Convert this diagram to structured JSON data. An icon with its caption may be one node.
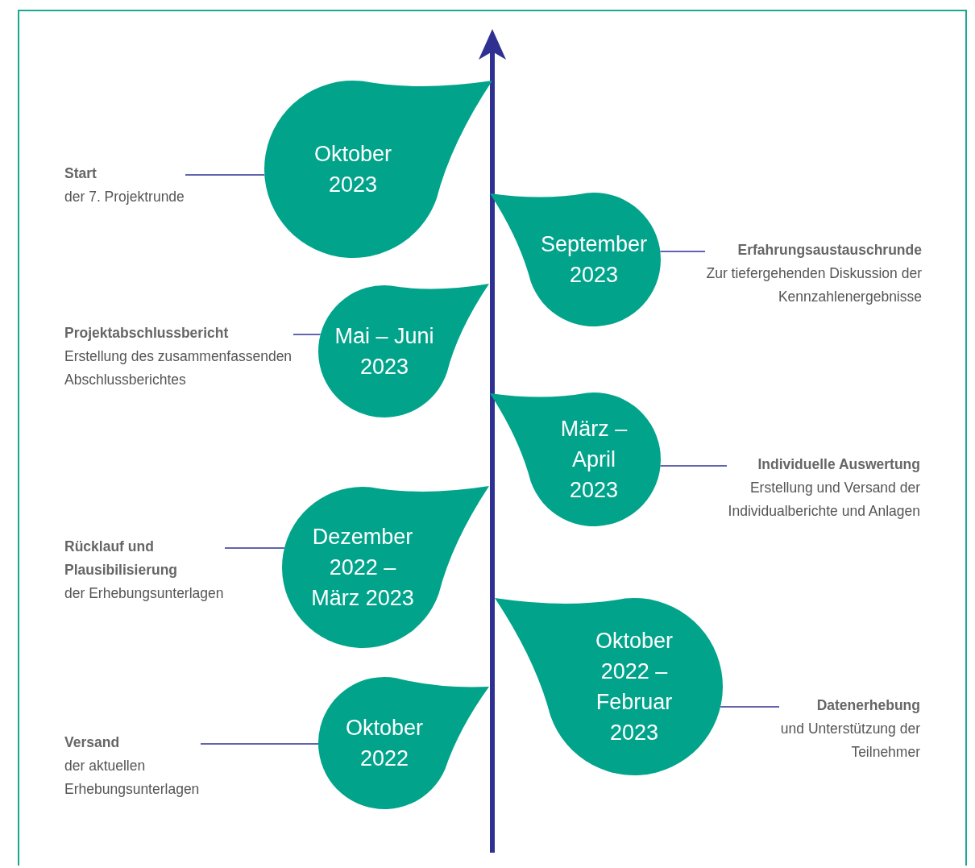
{
  "diagram": {
    "nodes": [
      {
        "text": [
          "Oktober 2023"
        ]
      },
      {
        "text": [
          "Start",
          "der 7. Projektrunde"
        ]
      },
      {
        "text": [
          "September 2023"
        ]
      },
      {
        "text": [
          "Erfahrungsaustauschrunde",
          "Zur tiefergehenden Diskussion der Kennzahlenergebnisse"
        ]
      },
      {
        "text": [
          "Projektabschlussbericht",
          "Erstellung des zusammenfassenden Abschlussberichtes"
        ]
      },
      {
        "text": [
          "Mai – Juni 2023"
        ]
      },
      {
        "text": [
          "März – April 2023"
        ]
      },
      {
        "text": [
          "Individuelle Auswertung",
          "Erstellung und Versand der Individualberichte und Anlagen"
        ]
      },
      {
        "text": [
          "Rücklauf und Plausibilisierung",
          "der Erhebungsunterlagen"
        ]
      },
      {
        "text": [
          "Dezember 2022 – März 2023"
        ]
      },
      {
        "text": [
          "Oktober 2022 – Februar 2023"
        ]
      },
      {
        "text": [
          "Datenerhebung",
          "und Unterstützung der Teilnehmer"
        ]
      },
      {
        "text": [
          "Versand",
          "der aktuellen Erhebungsunterlagen"
        ]
      },
      {
        "text": [
          "Oktober 2022"
        ]
      }
    ],
    "edges": [
      {
        "from": 1,
        "to": 0,
        "arrow": "none"
      },
      {
        "from": 3,
        "to": 2,
        "arrow": "none"
      },
      {
        "from": 4,
        "to": 5,
        "arrow": "none"
      },
      {
        "from": 7,
        "to": 6,
        "arrow": "none"
      },
      {
        "from": 8,
        "to": 9,
        "arrow": "none"
      },
      {
        "from": 11,
        "to": 10,
        "arrow": "none"
      },
      {
        "from": 12,
        "to": 13,
        "arrow": "none"
      }
    ]
  }
}
